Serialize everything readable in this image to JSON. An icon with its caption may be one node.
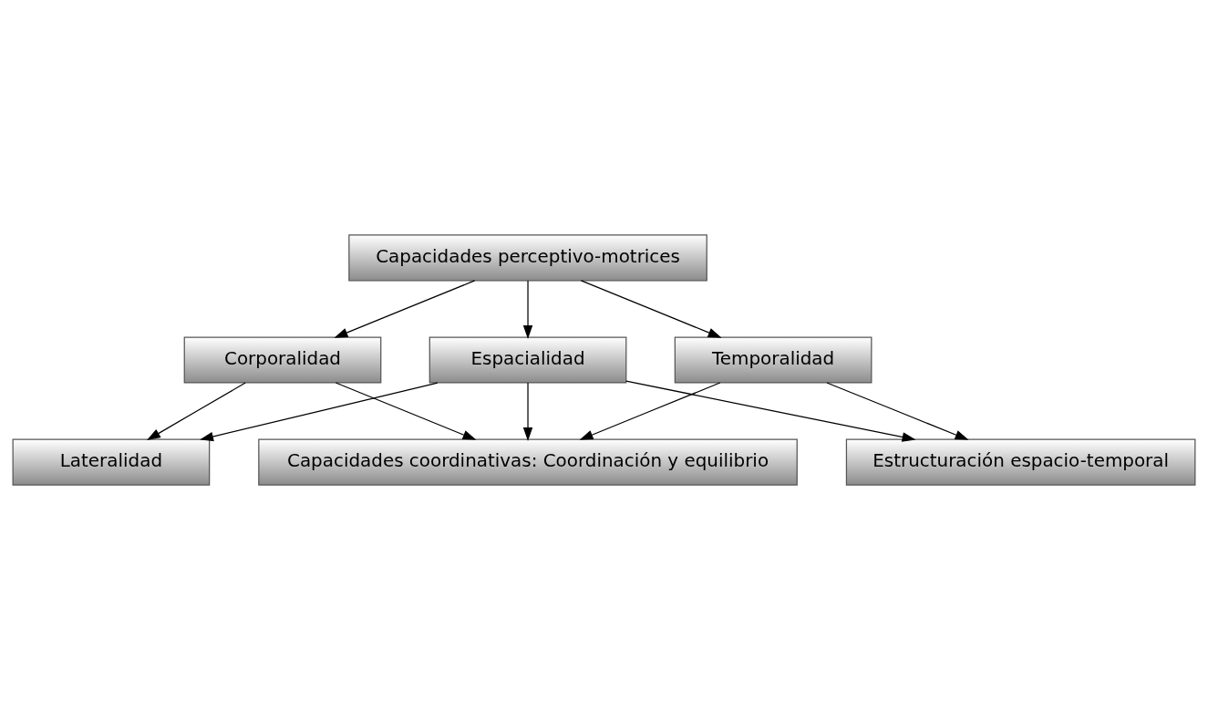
{
  "diagram": {
    "nodes": [
      {
        "text": [
          "Capacidades perceptivo-motrices"
        ]
      },
      {
        "text": [
          "Corporalidad"
        ]
      },
      {
        "text": [
          "Espacialidad"
        ]
      },
      {
        "text": [
          "Temporalidad"
        ]
      },
      {
        "text": [
          "Lateralidad"
        ]
      },
      {
        "text": [
          "Estructuración espacio-temporal"
        ]
      },
      {
        "text": [
          "Capacidades coordinativas: Coordinación y equilibrio"
        ]
      }
    ],
    "edges": [
      {
        "from": 0,
        "to": 1,
        "arrow": "to"
      },
      {
        "from": 0,
        "to": 2,
        "arrow": "to"
      },
      {
        "from": 0,
        "to": 3,
        "arrow": "to"
      },
      {
        "from": 1,
        "to": 4,
        "arrow": "to"
      },
      {
        "from": 2,
        "to": 4,
        "arrow": "to"
      },
      {
        "from": 2,
        "to": 5,
        "arrow": "to"
      },
      {
        "from": 3,
        "to": 5,
        "arrow": "to"
      },
      {
        "from": 2,
        "to": 6,
        "arrow": "to"
      },
      {
        "from": 1,
        "to": 6,
        "arrow": "to"
      },
      {
        "from": 3,
        "to": 6,
        "arrow": "to"
      }
    ]
  }
}
